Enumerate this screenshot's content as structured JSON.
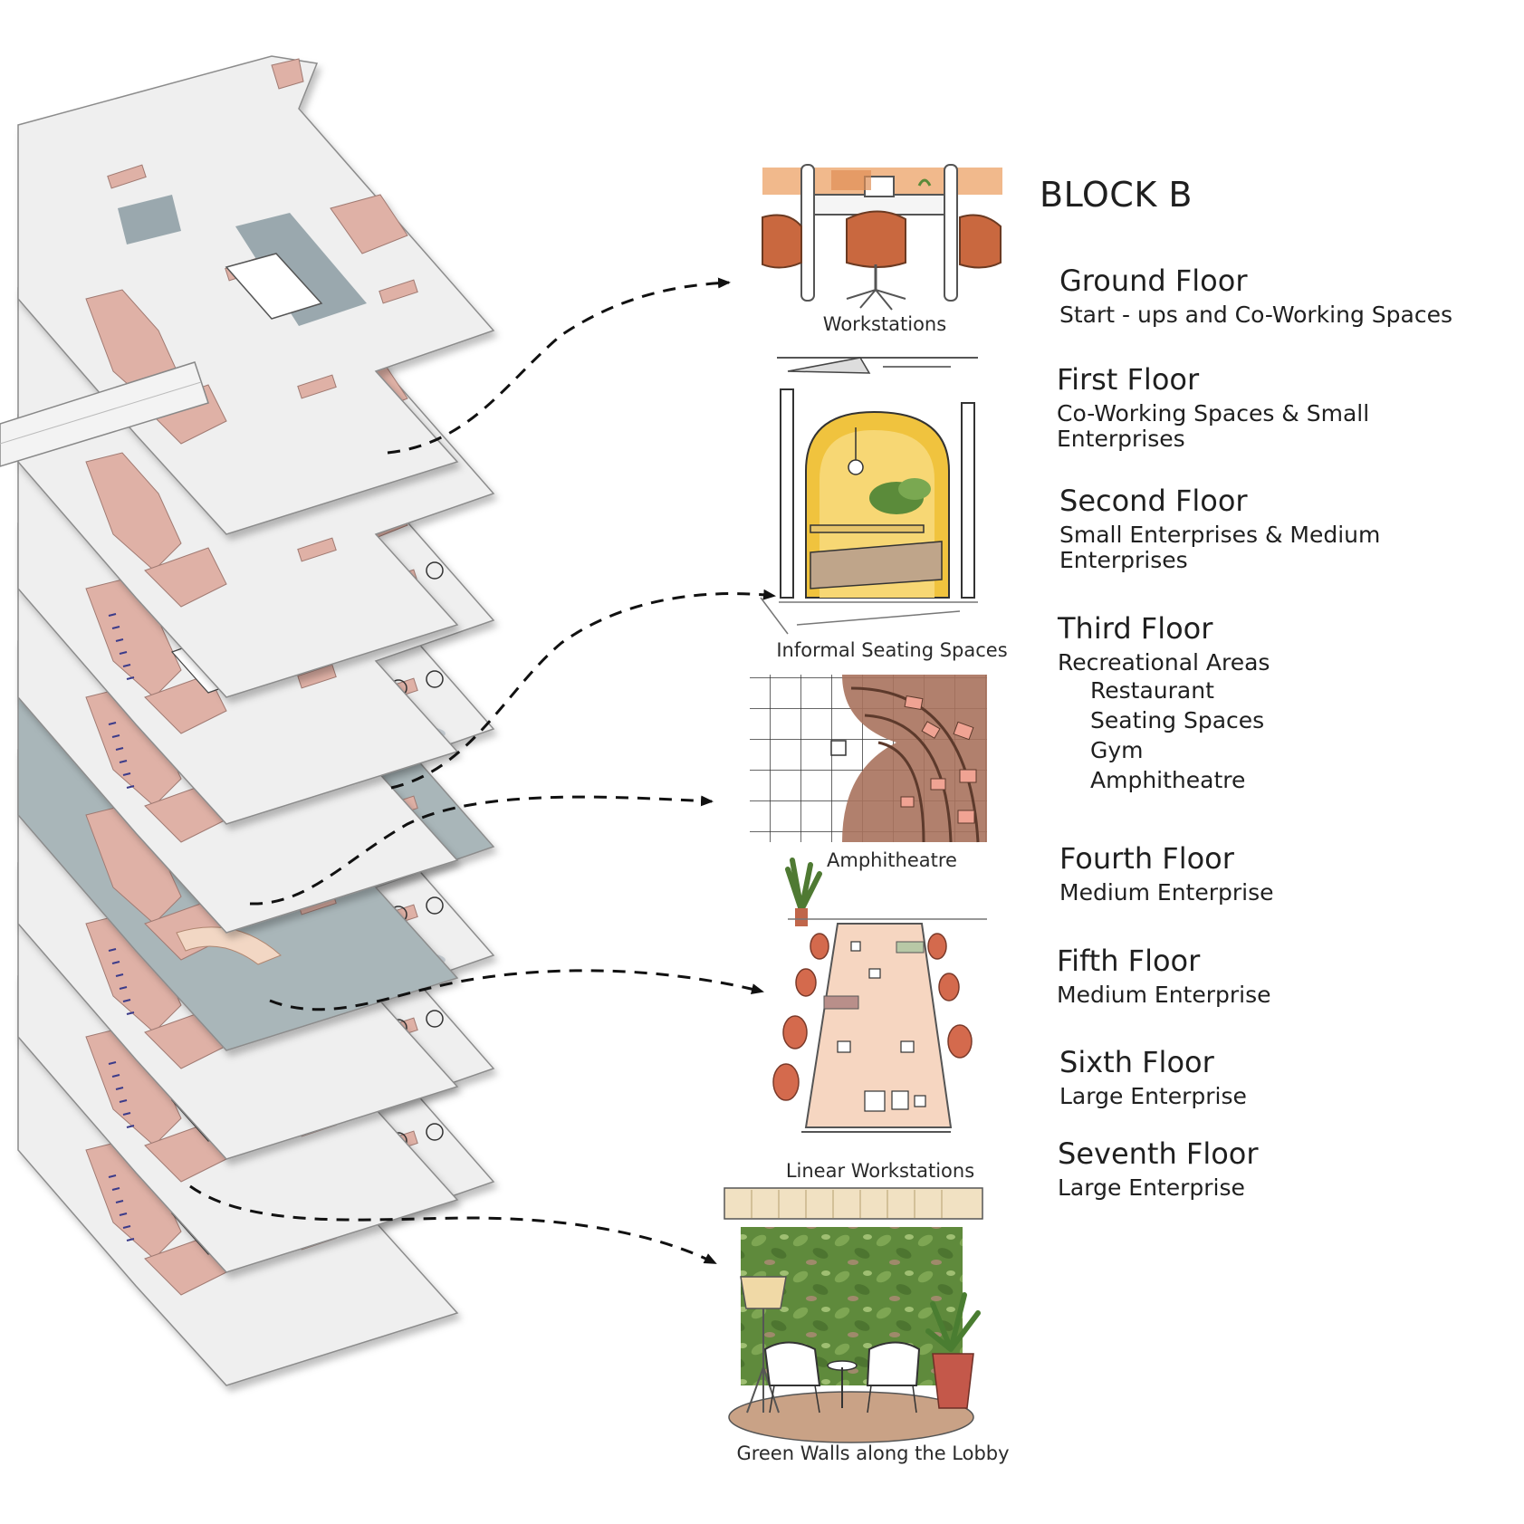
{
  "block_title": "BLOCK B",
  "vignettes": {
    "workstations": "Workstations",
    "informal": "Informal Seating Spaces",
    "amphitheatre": "Amphitheatre",
    "linear": "Linear Workstations",
    "green": "Green Walls along the Lobby"
  },
  "floors": [
    {
      "name": "Ground Floor",
      "desc": [
        "Start - ups and Co-Working Spaces"
      ]
    },
    {
      "name": "First Floor",
      "desc": [
        "Co-Working  Spaces  &  Small",
        "Enterprises"
      ]
    },
    {
      "name": "Second Floor",
      "desc": [
        "Small  Enterprises  &  Medium",
        "Enterprises"
      ]
    },
    {
      "name": "Third Floor",
      "desc": [
        "Recreational Areas"
      ],
      "sub": [
        "Restaurant",
        "Seating Spaces",
        "Gym",
        "Amphitheatre"
      ]
    },
    {
      "name": "Fourth Floor",
      "desc": [
        "Medium Enterprise"
      ]
    },
    {
      "name": "Fifth Floor",
      "desc": [
        "Medium Enterprise"
      ]
    },
    {
      "name": "Sixth Floor",
      "desc": [
        "Large Enterprise"
      ]
    },
    {
      "name": "Seventh Floor",
      "desc": [
        "Large Enterprise"
      ]
    }
  ],
  "colors": {
    "slab": "#efefef",
    "core_pink": "#dfb1a6",
    "void_grey": "#9aa8ae",
    "amph_floor": "#a9b6b9",
    "arrow": "#111111"
  }
}
